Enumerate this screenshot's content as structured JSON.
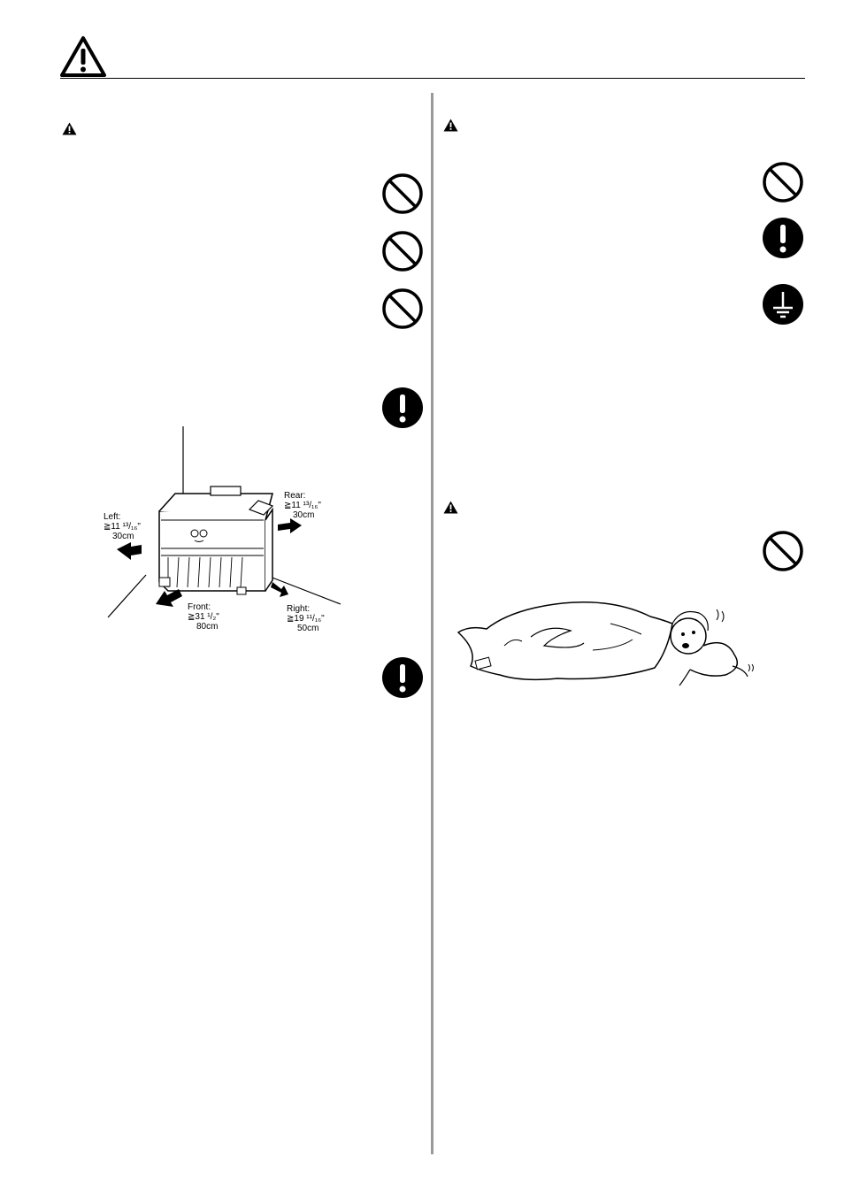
{
  "header": {
    "icon": "caution-triangle-icon"
  },
  "left_column": {
    "section_icon": "warning-triangle-icon",
    "icons": [
      "prohibited-icon",
      "prohibited-icon",
      "prohibited-icon",
      "mandatory-action-icon",
      "mandatory-action-icon"
    ],
    "clearance_figure": {
      "left": {
        "label": "Left:",
        "imperial": "≧11 ¹³/₁₆\"",
        "metric": "30cm"
      },
      "rear": {
        "label": "Rear:",
        "imperial": "≧11 ¹³/₁₆\"",
        "metric": "30cm"
      },
      "front": {
        "label": "Front:",
        "imperial": "≧31 ¹/₂\"",
        "metric": "80cm"
      },
      "right": {
        "label": "Right:",
        "imperial": "≧19 ¹¹/₁₆\"",
        "metric": "50cm"
      }
    }
  },
  "right_column": {
    "section_icons": [
      "warning-triangle-icon",
      "warning-triangle-icon"
    ],
    "icons": [
      "prohibited-icon",
      "mandatory-action-icon",
      "ground-icon",
      "prohibited-icon"
    ]
  },
  "colors": {
    "divider": "#9a9a9a",
    "ink": "#000000"
  }
}
